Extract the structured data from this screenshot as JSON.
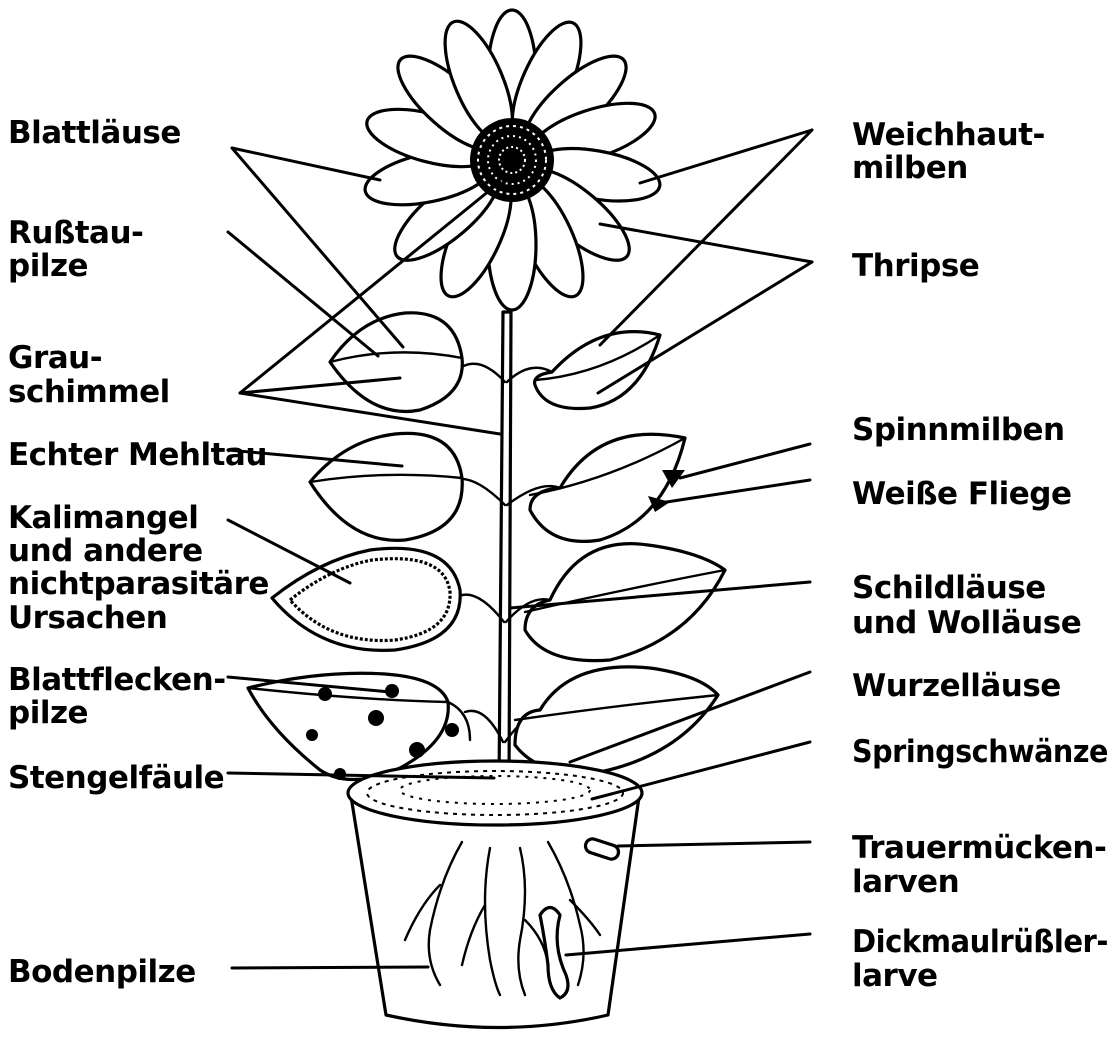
{
  "labels_left": {
    "blattlaeuse": "Blattläuse",
    "russtau_1": "Rußtau-",
    "russtau_2": "pilze",
    "grau_1": "Grau-",
    "grau_2": "schimmel",
    "mehltau": "Echter Mehltau",
    "kali_1": "Kalimangel",
    "kali_2": "und andere",
    "kali_3": "nichtparasitäre",
    "kali_4": "Ursachen",
    "blattflecken_1": "Blattflecken-",
    "blattflecken_2": "pilze",
    "stengel": "Stengelfäule",
    "boden": "Bodenpilze"
  },
  "labels_right": {
    "weich_1": "Weichhaut-",
    "weich_2": "milben",
    "thripse": "Thripse",
    "spinn": "Spinnmilben",
    "fliege": "Weiße Fliege",
    "schild_1": "Schildläuse",
    "schild_2": "und Wolläuse",
    "wurzel": "Wurzelläuse",
    "spring": "Springschwänze",
    "trauer_1": "Trauermücken-",
    "trauer_2": "larven",
    "dick_1": "Dickmaulrüßler-",
    "dick_2": "larve"
  }
}
